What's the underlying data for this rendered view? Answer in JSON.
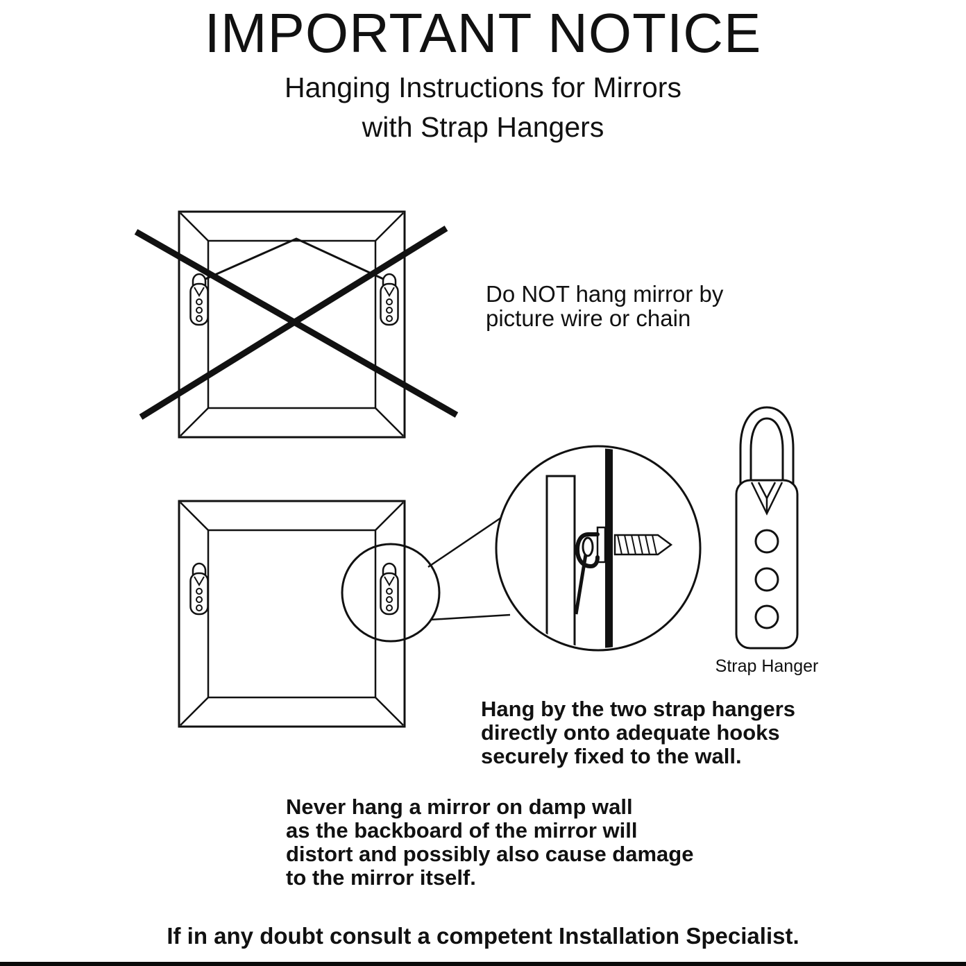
{
  "page": {
    "title": "IMPORTANT NOTICE",
    "subtitle_line1": "Hanging Instructions for Mirrors",
    "subtitle_line2": "with Strap Hangers",
    "footer": "If in any doubt consult a competent Installation Specialist."
  },
  "labels": {
    "strap_hanger": "Strap Hanger"
  },
  "notes": {
    "wire_warning": {
      "lines": [
        "Do NOT hang mirror by",
        "picture wire or chain"
      ]
    },
    "hang_instruction": {
      "lines": [
        "Hang by the two strap hangers",
        "directly onto adequate hooks",
        "securely fixed to the wall."
      ]
    },
    "damp_warning": {
      "lines": [
        "Never hang a mirror on damp wall",
        "as the backboard of the mirror will",
        "distort and possibly also cause damage",
        "to the mirror itself."
      ]
    }
  },
  "colors": {
    "ink": "#111111",
    "background": "#ffffff"
  }
}
